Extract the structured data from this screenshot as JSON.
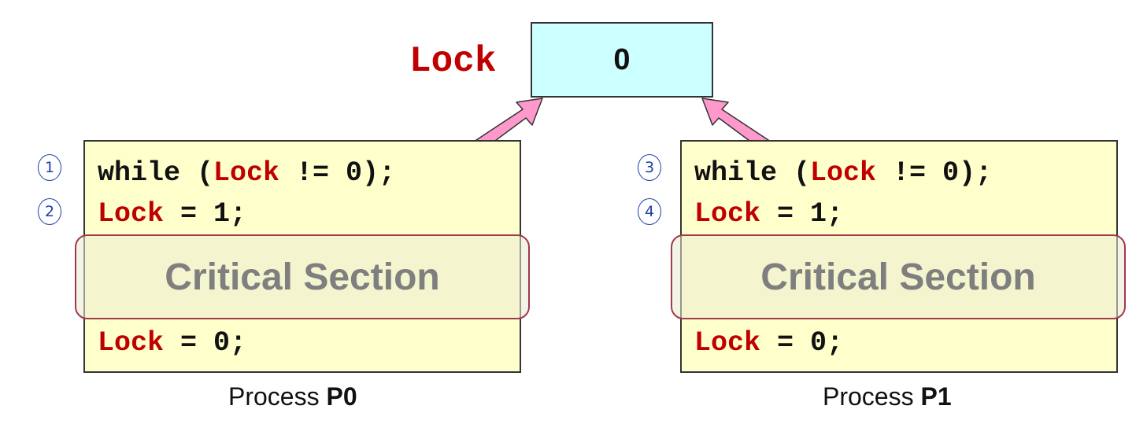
{
  "lock": {
    "label": "Lock",
    "value": "0"
  },
  "processes": [
    {
      "code": [
        {
          "pre": "while (",
          "kw": "Lock",
          "post": " != 0);"
        },
        {
          "pre": "",
          "kw": "Lock",
          "post": " = 1;"
        },
        {
          "pre": "",
          "kw": "Lock",
          "post": " = 0;"
        }
      ],
      "critical_section": "Critical Section",
      "label_prefix": "Process ",
      "label_name": "P0",
      "steps": [
        "1",
        "2"
      ]
    },
    {
      "code": [
        {
          "pre": "while (",
          "kw": "Lock",
          "post": " != 0);"
        },
        {
          "pre": "",
          "kw": "Lock",
          "post": " = 1;"
        },
        {
          "pre": "",
          "kw": "Lock",
          "post": " = 0;"
        }
      ],
      "critical_section": "Critical Section",
      "label_prefix": "Process ",
      "label_name": "P1",
      "steps": [
        "3",
        "4"
      ]
    }
  ],
  "colors": {
    "keyword": "#c00000",
    "lock_box": "#ccffff",
    "process_box": "#ffffcc",
    "critical_border": "#a0394a",
    "critical_text": "#7f7f7f",
    "arrow": "#ff99cc",
    "step_ink": "#1d3fa8"
  }
}
